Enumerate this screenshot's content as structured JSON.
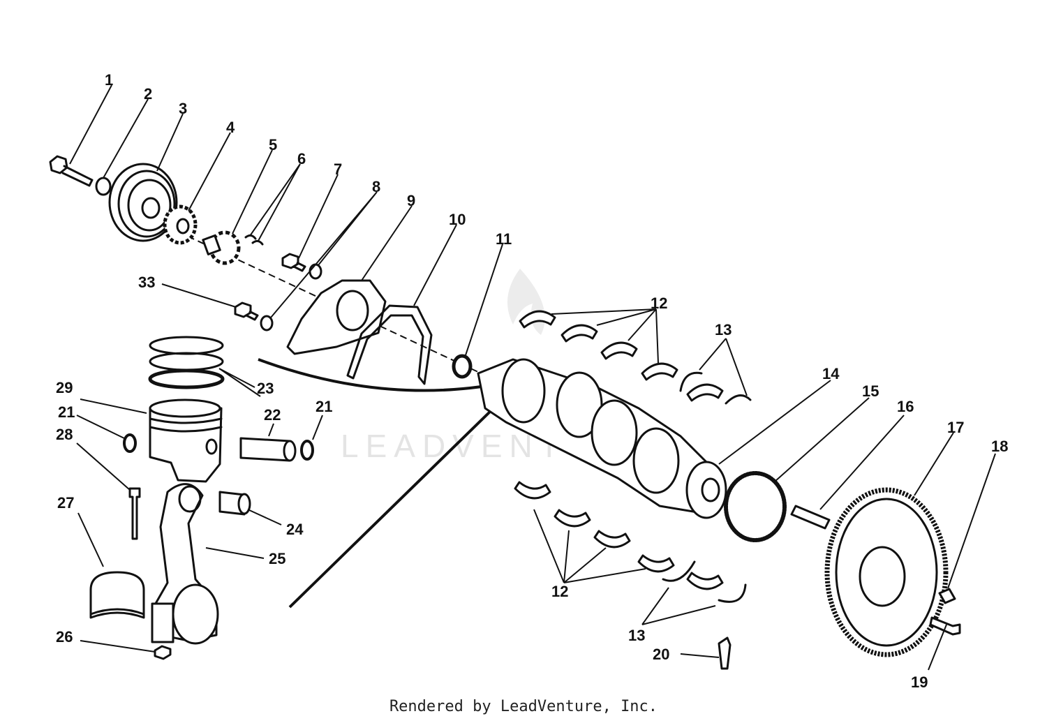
{
  "callouts": {
    "c1": "1",
    "c2": "2",
    "c3": "3",
    "c4": "4",
    "c5": "5",
    "c6": "6",
    "c7": "7",
    "c8": "8",
    "c9": "9",
    "c10": "10",
    "c11": "11",
    "c12a": "12",
    "c12b": "12",
    "c13a": "13",
    "c13b": "13",
    "c14": "14",
    "c15": "15",
    "c16": "16",
    "c17": "17",
    "c18": "18",
    "c19": "19",
    "c20": "20",
    "c21a": "21",
    "c21b": "21",
    "c22": "22",
    "c23": "23",
    "c24": "24",
    "c25": "25",
    "c26": "26",
    "c27": "27",
    "c28": "28",
    "c29": "29",
    "c33": "33"
  },
  "watermark": "LEADVENTURE",
  "footer": "Rendered by LeadVenture, Inc."
}
